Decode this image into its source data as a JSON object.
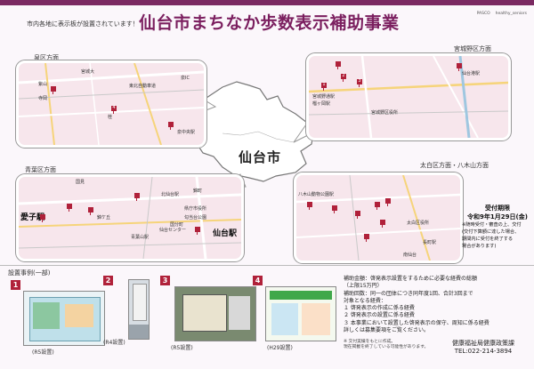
{
  "header": {
    "subtitle": "市内各地に表示板が設置されています！",
    "title": "仙台市まちなか歩数表示補助事業",
    "logo_left": "PASCO",
    "logo_right": "healthy_seniors"
  },
  "map": {
    "center_label": "仙台市",
    "regions": {
      "izumi": "泉区方面",
      "miyagino": "宮城野区方面",
      "aoba": "青葉区方面",
      "taihaku": "太白区方面・八木山方面"
    }
  },
  "panels": {
    "izumi": {
      "labels": [
        "宮城大",
        "泉IC",
        "寺岡",
        "紫山",
        "東北自動車道",
        "桂",
        "泉中央駅",
        "4"
      ],
      "station": "泉中央駅"
    },
    "miyagino": {
      "labels": [
        "榴ヶ岡駅",
        "宮城野通駅",
        "仙台港駅",
        "宮城野区役所",
        "1",
        "2",
        "3"
      ],
      "station": "榴ヶ岡駅"
    },
    "aoba": {
      "labels": [
        "国見",
        "北仙台駅",
        "錦町",
        "勾当台公園",
        "愛子駅",
        "仙台駅",
        "青葉山駅",
        "錦ケ丘",
        "県庁市役所",
        "国分町",
        "仙台センター"
      ],
      "big_left": "愛子駅",
      "big_right": "仙台駅"
    },
    "taihaku": {
      "labels": [
        "八木山動物公園駅",
        "長町駅",
        "南仙台",
        "太白区役所"
      ],
      "station": "長町駅"
    }
  },
  "deadline": {
    "title": "受付期限",
    "date": "令和9年1月29日(金)",
    "note1": "※随時受付・審査の上、交付",
    "note2": "(交付下算額に達した場合、",
    "note3": "期間内に受付を終了する",
    "note4": "場合があります)"
  },
  "examples": {
    "title": "設置事例(一部)",
    "items": [
      {
        "num": "1",
        "caption": "(R5設置)"
      },
      {
        "num": "2",
        "caption": "(R4設置)"
      },
      {
        "num": "3",
        "caption": "(R5設置)"
      },
      {
        "num": "4",
        "caption": "(H29設置)"
      }
    ]
  },
  "info": {
    "line1": "補助金額：啓発表示設置をするために必要な経費の総額",
    "line2": "（上限15万円）",
    "line3": "補助回数：同一の団体につき同年度1回、合計3回まで",
    "line4": "対象となる経費：",
    "line5": "１ 啓発表示の作成に係る経費",
    "line6": "２ 啓発表示の設置に係る経費",
    "line7": "３ 本事業において設置した啓発表示の保守、周知に係る経費",
    "line8": "詳しくは募集要項をご覧ください。"
  },
  "footnote": {
    "line1": "※ 交付実績をもとに作成。",
    "line2": "現在掲載を終了している可能性があります。"
  },
  "contact": {
    "dept": "健康福祉局健康政策課",
    "tel": "TEL:022-214-3894"
  },
  "colors": {
    "accent": "#7b1f5f",
    "pin": "#b0213a",
    "panel_bg": "#f7e6ec"
  }
}
